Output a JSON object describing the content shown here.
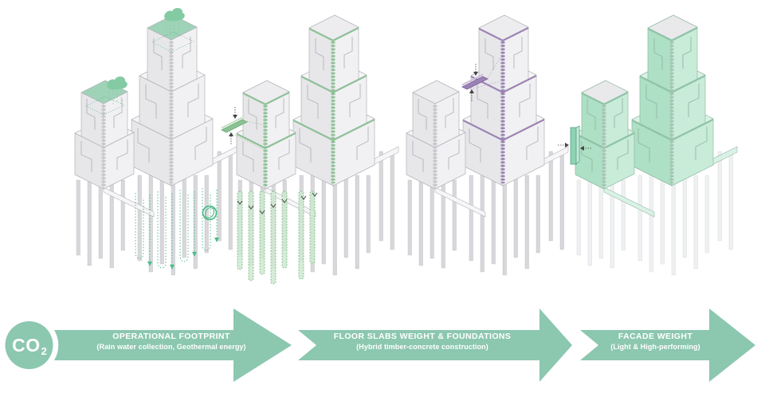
{
  "co2_badge": {
    "label": "CO",
    "subscript": "2"
  },
  "process_steps": [
    {
      "title": "OPERATIONAL FOOTPRINT",
      "subtitle": "(Rain water collection, Geothermal energy)"
    },
    {
      "title": "FLOOR SLABS WEIGHT & FOUNDATIONS",
      "subtitle": "(Hybrid timber-concrete construction)"
    },
    {
      "title": "FACADE WEIGHT",
      "subtitle": "(Light & High-performing)"
    }
  ],
  "stages": [
    {
      "id": "operational-footprint",
      "accent": "#9fd3b8",
      "icons": [
        "rain-cloud-icon",
        "geothermal-loops",
        "recycle-leaf-icon",
        "green-roof"
      ]
    },
    {
      "id": "floor-slabs-weight-foundations",
      "accent": "#8cc394",
      "icons": [
        "timber-slab-callout",
        "reduced-piles-overlay"
      ]
    },
    {
      "id": "hybrid-core-slabs",
      "accent": "#9c82b4",
      "icons": [
        "slab-callout"
      ]
    },
    {
      "id": "facade-weight",
      "accent": "#aee0c6",
      "icons": [
        "facade-panel-callout"
      ]
    }
  ],
  "colors": {
    "arrow_band": "#8cc7b0",
    "band_text": "#ffffff",
    "accent_green_roof": "#9fd3b8",
    "accent_green_slab": "#8cc394",
    "accent_purple": "#9c82b4",
    "facade_mint": "#aee0c6",
    "facade_gray": "#ececee",
    "background": "#ffffff"
  }
}
